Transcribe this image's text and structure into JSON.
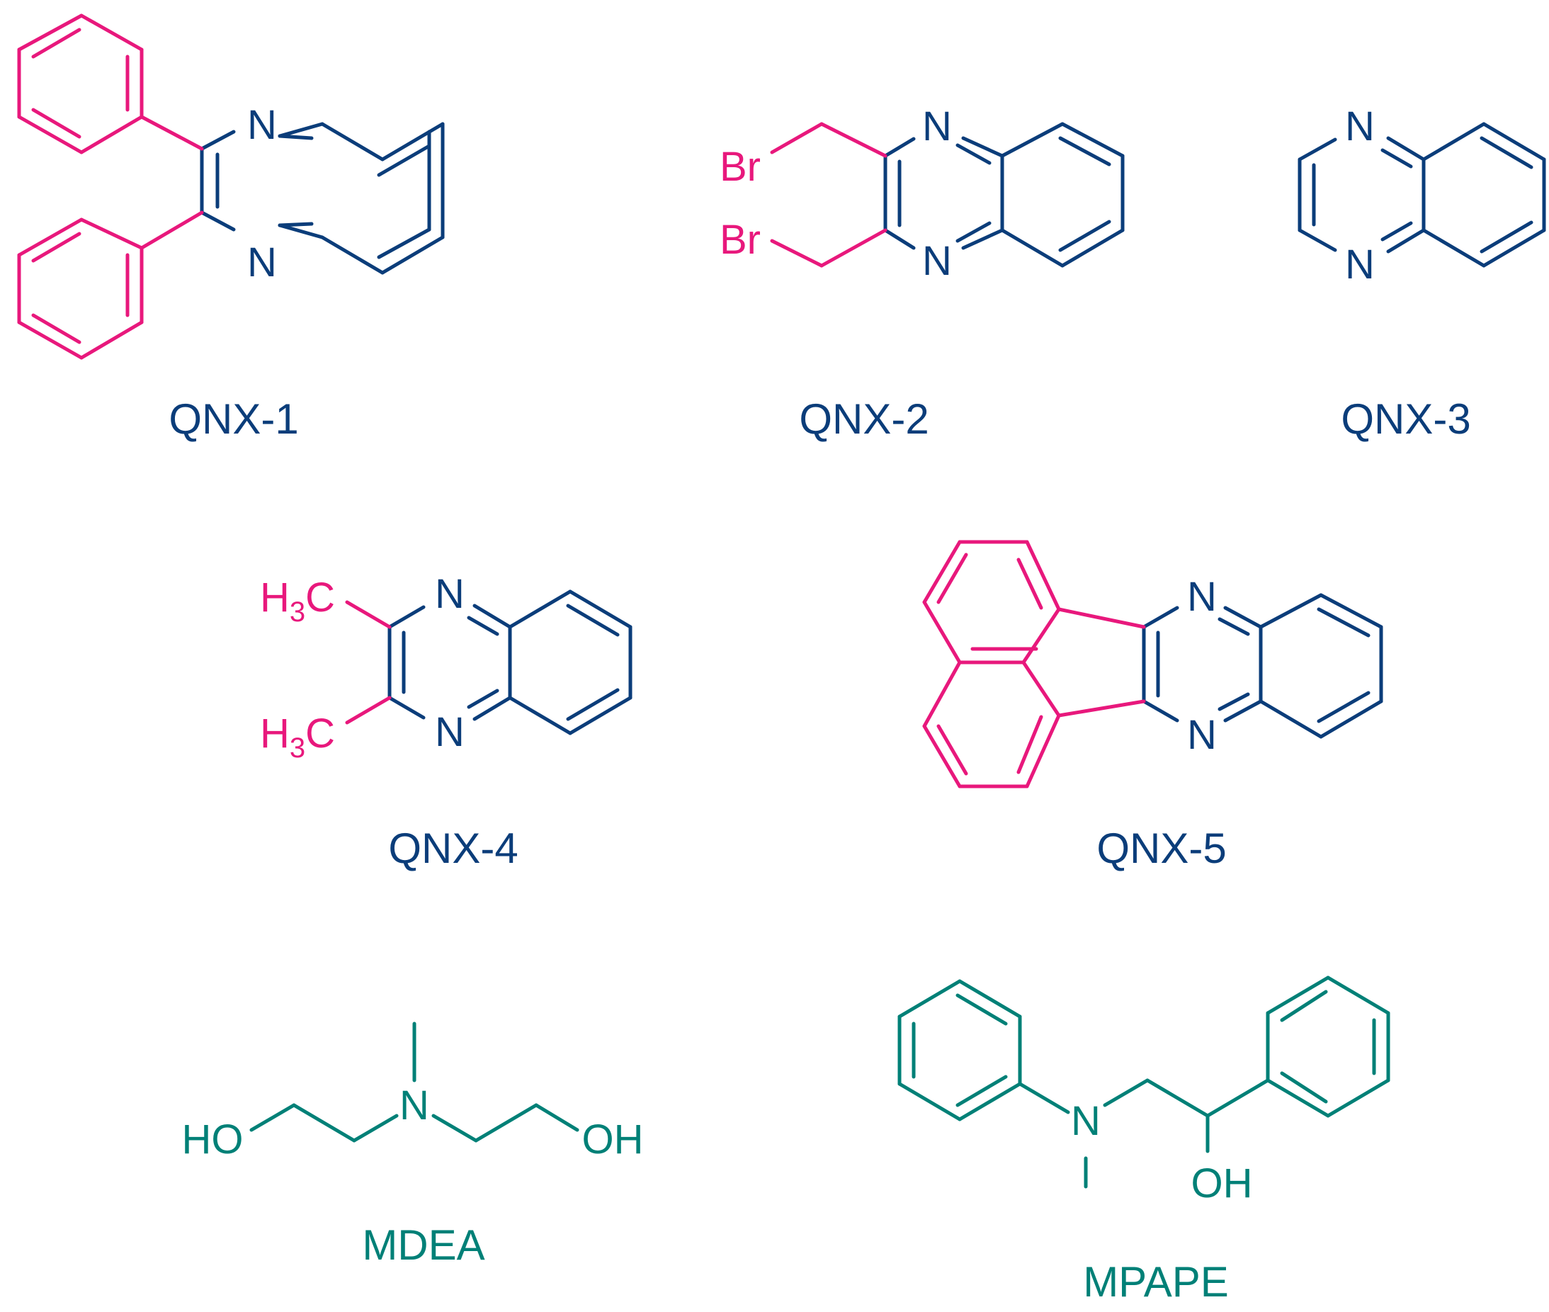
{
  "colors": {
    "core": "#0b3d7a",
    "substituent": "#e8187c",
    "amine": "#008077",
    "background": "#ffffff"
  },
  "molecules": [
    {
      "id": "qnx1",
      "name": "QNX-1",
      "atoms": {
        "n_top": "N",
        "n_bottom": "N"
      }
    },
    {
      "id": "qnx2",
      "name": "QNX-2",
      "atoms": {
        "n_top": "N",
        "n_bottom": "N",
        "br_top": "Br",
        "br_bottom": "Br"
      }
    },
    {
      "id": "qnx3",
      "name": "QNX-3",
      "atoms": {
        "n_top": "N",
        "n_bottom": "N"
      }
    },
    {
      "id": "qnx4",
      "name": "QNX-4",
      "atoms": {
        "n_top": "N",
        "n_bottom": "N",
        "me_top": "H3C",
        "me_bottom": "H3C"
      }
    },
    {
      "id": "qnx5",
      "name": "QNX-5",
      "atoms": {
        "n_top": "N",
        "n_bottom": "N"
      }
    },
    {
      "id": "mdea",
      "name": "MDEA",
      "atoms": {
        "n": "N",
        "ho": "HO",
        "oh": "OH"
      }
    },
    {
      "id": "mpape",
      "name": "MPAPE",
      "atoms": {
        "n": "N",
        "oh": "OH"
      }
    }
  ]
}
